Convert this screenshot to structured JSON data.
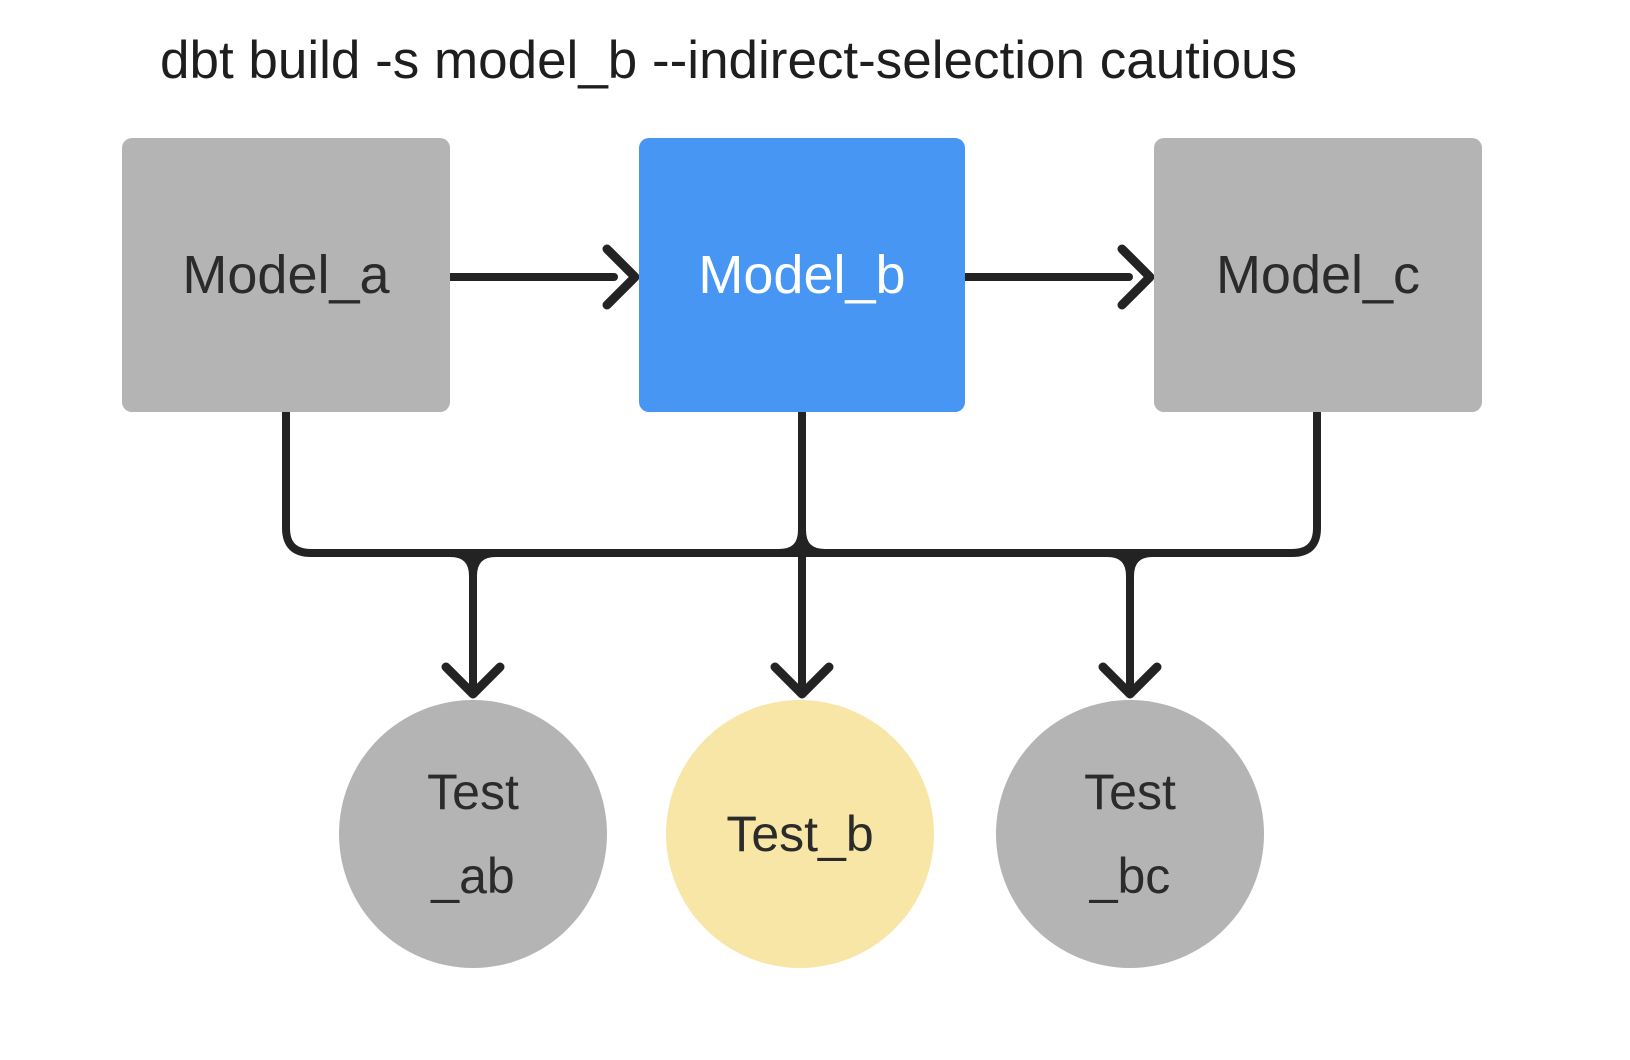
{
  "title": "dbt build -s model_b --indirect-selection cautious",
  "colors": {
    "model_unselected_gray": "#b4b4b4",
    "model_selected_blue": "#4896f3",
    "test_indirect_yellow": "#f8e6a6",
    "edge_black": "#232323",
    "text_dark": "#2b2b2b",
    "text_light": "#ffffff",
    "background": "#ffffff"
  },
  "diagram": {
    "type": "dag",
    "models": [
      {
        "id": "model_a",
        "label": "Model_a",
        "state": "unselected"
      },
      {
        "id": "model_b",
        "label": "Model_b",
        "state": "selected"
      },
      {
        "id": "model_c",
        "label": "Model_c",
        "state": "unselected"
      }
    ],
    "tests": [
      {
        "id": "test_ab",
        "label_line1": "Test",
        "label_line2": "_ab",
        "state": "unselected"
      },
      {
        "id": "test_b",
        "label": "Test_b",
        "state": "indirectly-selected"
      },
      {
        "id": "test_bc",
        "label_line1": "Test",
        "label_line2": "_bc",
        "state": "unselected"
      }
    ],
    "edges": [
      "model_a -> model_b",
      "model_b -> model_c",
      "model_a -> test_ab",
      "model_b -> test_ab",
      "model_b -> test_b",
      "model_b -> test_bc",
      "model_c -> test_bc"
    ]
  }
}
